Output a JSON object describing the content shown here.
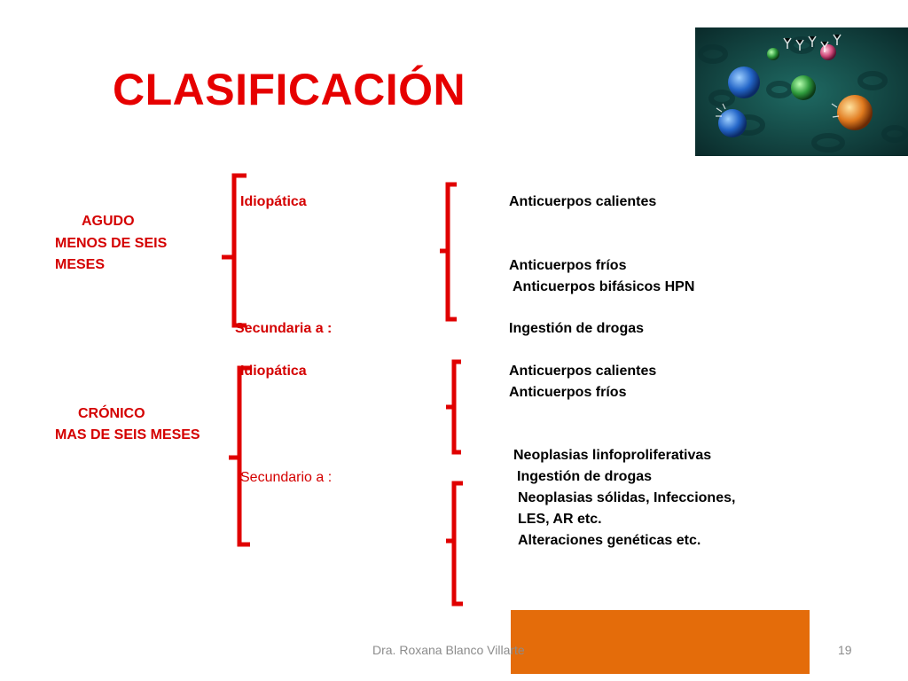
{
  "slide": {
    "title": "CLASIFICACIÓN",
    "footer_author": "Dra. Roxana Blanco Villarte",
    "page_number": "19"
  },
  "agudo": {
    "label": "AGUDO",
    "sub1": "MENOS DE SEIS",
    "sub2": "MESES",
    "idiopatica": "Idiopática",
    "secundaria": "Secundaria a  :",
    "causes": [
      "Anticuerpos calientes",
      "Anticuerpos fríos",
      "Anticuerpos bifásicos HPN"
    ],
    "secondary_cause": "Ingestión de drogas"
  },
  "cronico": {
    "label": "CRÓNICO",
    "sub1": "MAS DE SEIS MESES",
    "idiopatica": "Idiopática",
    "secundario": "Secundario a :",
    "causes": [
      "Anticuerpos calientes",
      "Anticuerpos fríos"
    ],
    "secondary_causes": [
      "Neoplasias linfoproliferativas",
      "Ingestión de drogas",
      "Neoplasias sólidas, Infecciones,",
      "LES, AR etc.",
      "Alteraciones genéticas etc."
    ]
  },
  "colors": {
    "title_red": "#e60000",
    "brace_red": "#e00000",
    "orange_box": "#e46c0a",
    "footer_gray": "#8c8c8c"
  }
}
